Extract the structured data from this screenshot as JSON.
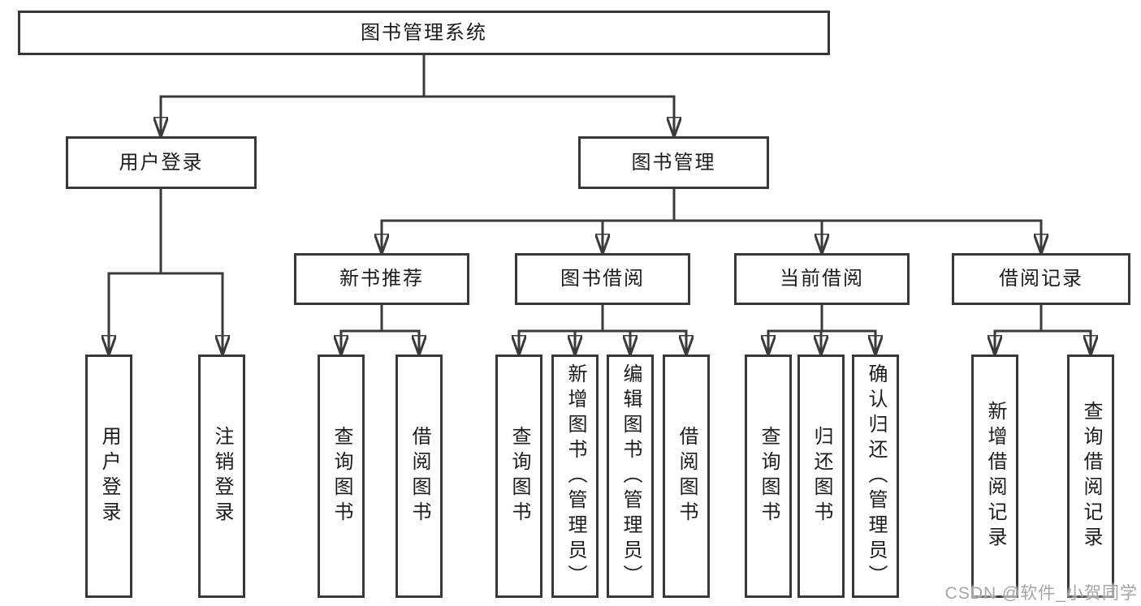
{
  "colors": {
    "line": "#3a3a3a",
    "box_border": "#383838",
    "box_fill": "#ffffff",
    "text": "#1c1c1c",
    "watermark": "#a5a5a5",
    "bg": "#ffffff"
  },
  "diagram": {
    "root": {
      "label": "图书管理系统"
    },
    "branches": [
      {
        "label": "用户登录",
        "children": [
          {
            "label": "用户登录"
          },
          {
            "label": "注销登录"
          }
        ]
      },
      {
        "label": "图书管理",
        "children": [
          {
            "label": "新书推荐",
            "children": [
              {
                "label": "查询图书"
              },
              {
                "label": "借阅图书"
              }
            ]
          },
          {
            "label": "图书借阅",
            "children": [
              {
                "label": "查询图书"
              },
              {
                "label": "新增图书（管理员）"
              },
              {
                "label": "编辑图书（管理员）"
              },
              {
                "label": "借阅图书"
              }
            ]
          },
          {
            "label": "当前借阅",
            "children": [
              {
                "label": "查询图书"
              },
              {
                "label": "归还图书"
              },
              {
                "label": "确认归还（管理员）"
              }
            ]
          },
          {
            "label": "借阅记录",
            "children": [
              {
                "label": "新增借阅记录"
              },
              {
                "label": "查询借阅记录"
              }
            ]
          }
        ]
      }
    ]
  },
  "watermark": {
    "text": "CSDN @软件_小贺同学"
  }
}
